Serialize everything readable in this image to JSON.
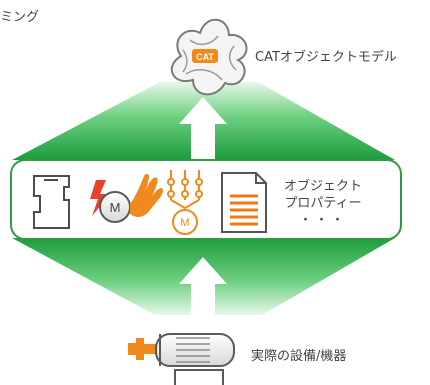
{
  "labels": {
    "top_fragment": "ミング",
    "cat_model": "CATオブジェクトモデル",
    "props_line1": "オブジェクト",
    "props_line2": "プロパティー",
    "props_line3": "・・・",
    "equipment": "実際の設備/機器"
  },
  "icons": {
    "cat_badge": "CAT",
    "motor_letter_1": "M",
    "motor_letter_2": "M"
  },
  "colors": {
    "green_dark": "#1c9a3c",
    "green_light": "#c9f0cf",
    "orange": "#f08a1c",
    "doc_orange": "#f07a12",
    "box_border": "#2f9a3f"
  }
}
